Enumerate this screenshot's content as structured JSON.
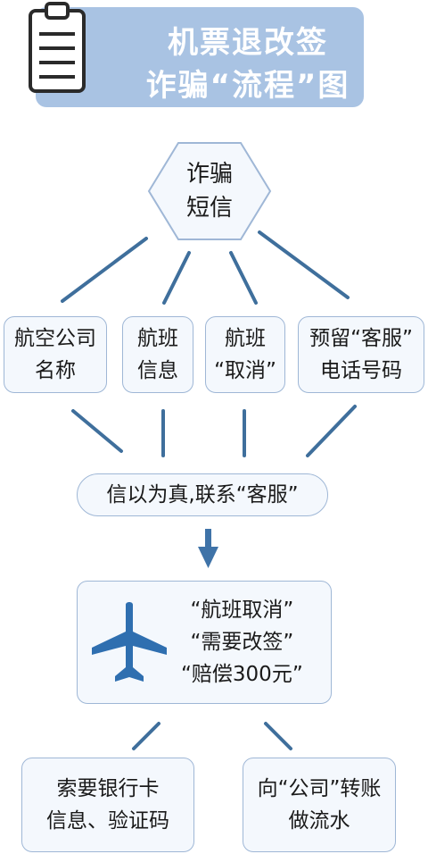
{
  "header": {
    "title_line1": "机票退改签",
    "title_line2": "诈骗“流程”图",
    "icon": "clipboard-icon"
  },
  "start_node": {
    "line1": "诈骗",
    "line2": "短信"
  },
  "info_nodes": [
    {
      "line1": "航空公司",
      "line2": "名称"
    },
    {
      "line1": "航班",
      "line2": "信息"
    },
    {
      "line1": "航班",
      "line2": "“取消”"
    },
    {
      "line1": "预留“客服”",
      "line2": "电话号码"
    }
  ],
  "belief_node": {
    "text": "信以为真,联系“客服”"
  },
  "scam_node": {
    "icon": "airplane-icon",
    "lines": [
      "“航班取消”",
      "“需要改签”",
      "“赔偿300元”"
    ]
  },
  "result_nodes": [
    {
      "line1": "索要银行卡",
      "line2": "信息、验证码"
    },
    {
      "line1": "向“公司”转账",
      "line2": "做流水"
    }
  ],
  "colors": {
    "banner": "#a9c3e3",
    "node_fill": "#f4f8fd",
    "node_border": "#9fb7d6",
    "line": "#3f6f9c",
    "arrow": "#3f73a8",
    "plane": "#2f6fb0"
  }
}
